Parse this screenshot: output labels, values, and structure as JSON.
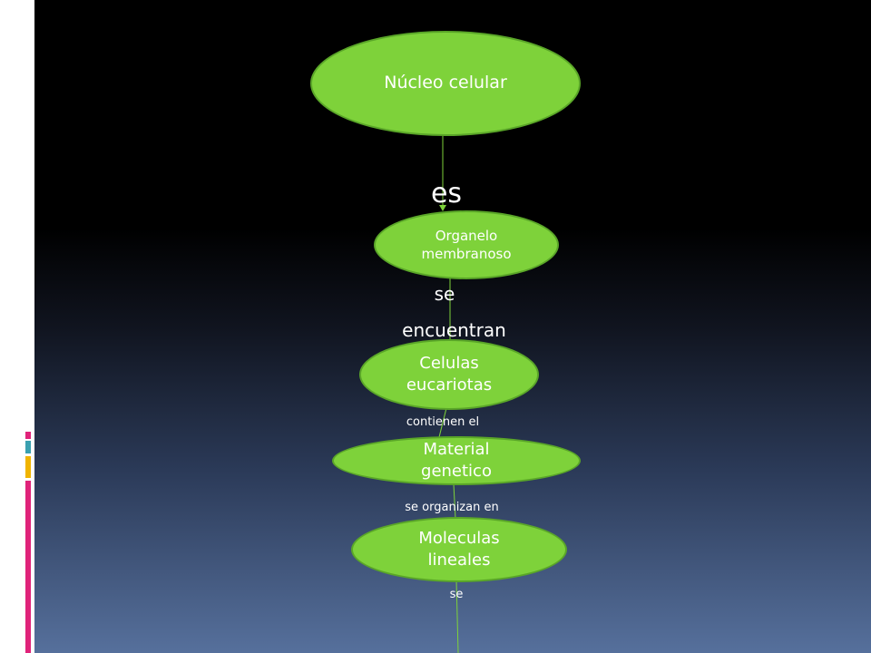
{
  "colors": {
    "node_fill": "#7ed23a",
    "node_border": "#5aa628",
    "connector": "#7ed23a",
    "text": "#ffffff",
    "accent_magenta": "#e0237a",
    "accent_teal": "#3aa0b0",
    "accent_yellow": "#f0b400"
  },
  "nodes": {
    "nucleo": "Núcleo celular",
    "organelo": "Organelo membranoso",
    "celulas": "Celulas eucariotas",
    "material": "Material genetico",
    "moleculas": "Moleculas lineales"
  },
  "links": {
    "es": "es",
    "se_encuentran_1": "se",
    "se_encuentran_2": "encuentran",
    "contienen": "contienen el",
    "organizan": "se organizan en",
    "se_last": "se"
  }
}
